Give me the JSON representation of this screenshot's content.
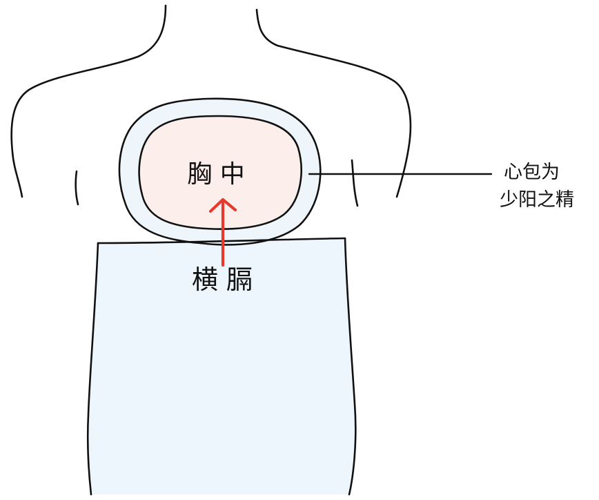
{
  "labels": {
    "chest": "胸 中",
    "diaphragm": "横 膈",
    "note_line1": "心包为",
    "note_line2": "少阳之精"
  },
  "colors": {
    "outline": "#111111",
    "pericardium_ring": "#eef5fb",
    "chest_center": "#fcefeb",
    "abdomen": "#eef6fd",
    "arrow": "#e8392f"
  },
  "icons": {
    "arrow": "up-arrow-icon"
  }
}
